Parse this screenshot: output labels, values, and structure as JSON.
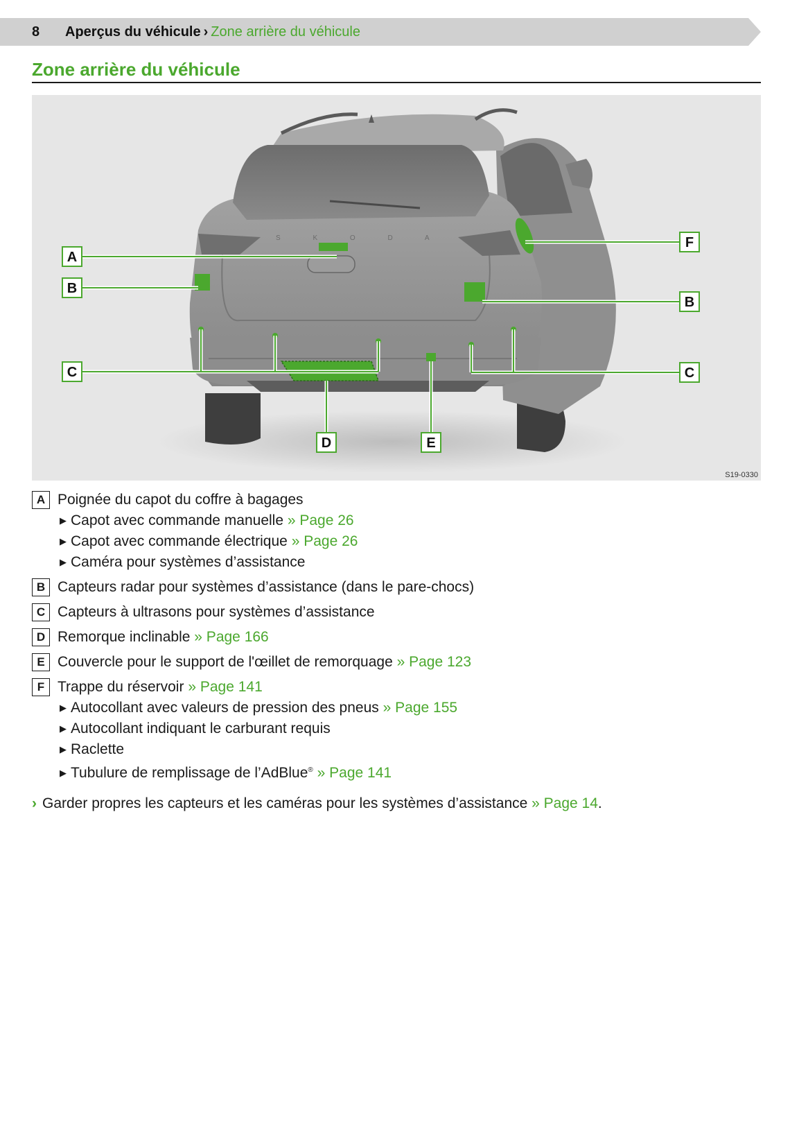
{
  "header": {
    "page_number": "8",
    "section": "Aperçus du véhicule",
    "separator": "›",
    "current": "Zone arrière du véhicule"
  },
  "title": "Zone arrière du véhicule",
  "figure": {
    "code": "S19-0330",
    "brand_text": "S K O D A",
    "callouts": [
      "A",
      "B",
      "B",
      "C",
      "C",
      "D",
      "E",
      "F"
    ]
  },
  "legend": [
    {
      "letter": "A",
      "text": "Poignée du capot du coffre à bagages",
      "link": "",
      "subitems": [
        {
          "text": "Capot avec commande manuelle",
          "link": "» Page 26"
        },
        {
          "text": "Capot avec commande électrique",
          "link": "» Page 26"
        },
        {
          "text": "Caméra pour systèmes d’assistance",
          "link": ""
        }
      ]
    },
    {
      "letter": "B",
      "text": "Capteurs radar pour systèmes d’assistance (dans le pare-chocs)",
      "link": "",
      "subitems": []
    },
    {
      "letter": "C",
      "text": "Capteurs à ultrasons pour systèmes d’assistance",
      "link": "",
      "subitems": []
    },
    {
      "letter": "D",
      "text": "Remorque inclinable",
      "link": "» Page 166",
      "subitems": []
    },
    {
      "letter": "E",
      "text": "Couvercle pour le support de l'œillet de remorquage",
      "link": "» Page 123",
      "subitems": []
    },
    {
      "letter": "F",
      "text": "Trappe du réservoir",
      "link": "» Page 141",
      "subitems": [
        {
          "text": "Autocollant avec valeurs de pression des pneus",
          "link": "» Page 155"
        },
        {
          "text": "Autocollant indiquant le carburant requis",
          "link": ""
        },
        {
          "text": "Raclette",
          "link": ""
        },
        {
          "text": "Tubulure de remplissage de l’AdBlue",
          "sup": "®",
          "link": "» Page 141"
        }
      ]
    }
  ],
  "note": {
    "chevron": "›",
    "text": "Garder propres les capteurs et les caméras pour les systèmes d’assistance",
    "link": "» Page 14",
    "end": "."
  },
  "colors": {
    "accent": "#4ba82e",
    "header_band": "#d0d0d0",
    "figure_bg": "#e6e6e6"
  }
}
